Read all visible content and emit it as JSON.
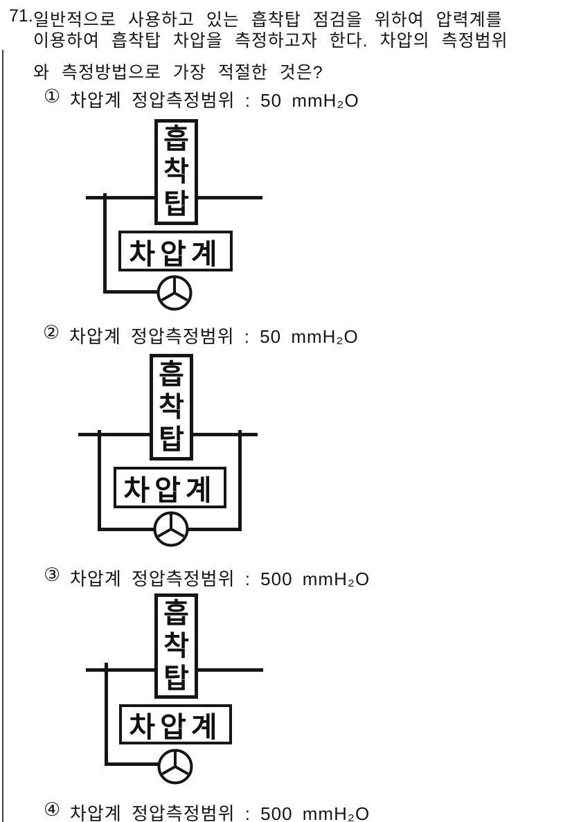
{
  "page": {
    "background": "#ffffff",
    "ink_color": "#151515"
  },
  "question": {
    "number": "71.",
    "line1": "일반적으로 사용하고 있는 흡착탑 점검을 위하여 압력계를",
    "line2": "이용하여 흡착탑 차압을 측정하고자 한다. 차압의 측정범위",
    "line3": "와 측정방법으로 가장 적절한 것은?"
  },
  "options": [
    {
      "marker": "①",
      "label": "차압계 정압측정범위 : 50 mmH₂O"
    },
    {
      "marker": "②",
      "label": "차압계 정압측정범위 : 50 mmH₂O"
    },
    {
      "marker": "③",
      "label": "차압계 정압측정범위 : 500 mmH₂O"
    },
    {
      "marker": "④",
      "label": "차압계 정압측정범위 : 500 mmH₂O"
    }
  ],
  "diagram": {
    "tower_label": "흡착탑",
    "tower_chars": [
      "흡",
      "착",
      "탑"
    ],
    "gauge_label": "차압계",
    "gauge_icon": "gauge-dial-icon",
    "connection_diagram_1": "gauge tapped on upstream side only",
    "connection_diagram_2": "gauge tapped on both upstream and downstream sides",
    "connection_diagram_3": "gauge tapped on upstream side only"
  }
}
